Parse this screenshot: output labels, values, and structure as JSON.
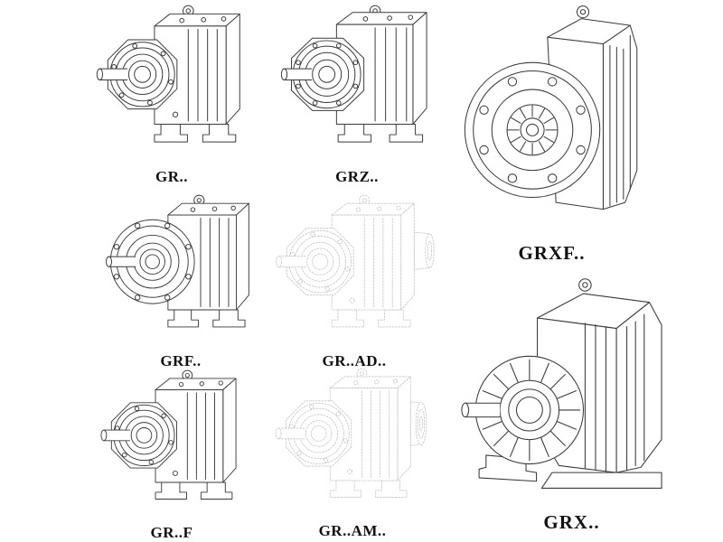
{
  "catalog": {
    "items": [
      {
        "id": "gr",
        "label": "GR..",
        "drawing": "foot-mounted-helical-gear-unit"
      },
      {
        "id": "grz",
        "label": "GRZ..",
        "drawing": "foot-mounted-helical-gear-unit-z"
      },
      {
        "id": "grxf",
        "label": "GRXF..",
        "drawing": "flange-mounted-helical-gear-unit-front"
      },
      {
        "id": "grf",
        "label": "GRF..",
        "drawing": "flange-foot-helical-gear-unit"
      },
      {
        "id": "grad",
        "label": "GR..AD..",
        "drawing": "gear-unit-with-input-adapter-ghost"
      },
      {
        "id": "grff",
        "label": "GR..F",
        "drawing": "foot-mounted-helical-gear-unit"
      },
      {
        "id": "gram",
        "label": "GR..AM..",
        "drawing": "gear-unit-with-motor-adapter-flange-ghost"
      },
      {
        "id": "grx",
        "label": "GRX..",
        "drawing": "large-foot-mounted-helical-gear-unit"
      }
    ]
  },
  "colors": {
    "background": "#ffffff",
    "line": "#3a3a3a",
    "faint_line": "#c7c7c7",
    "label": "#111111"
  }
}
